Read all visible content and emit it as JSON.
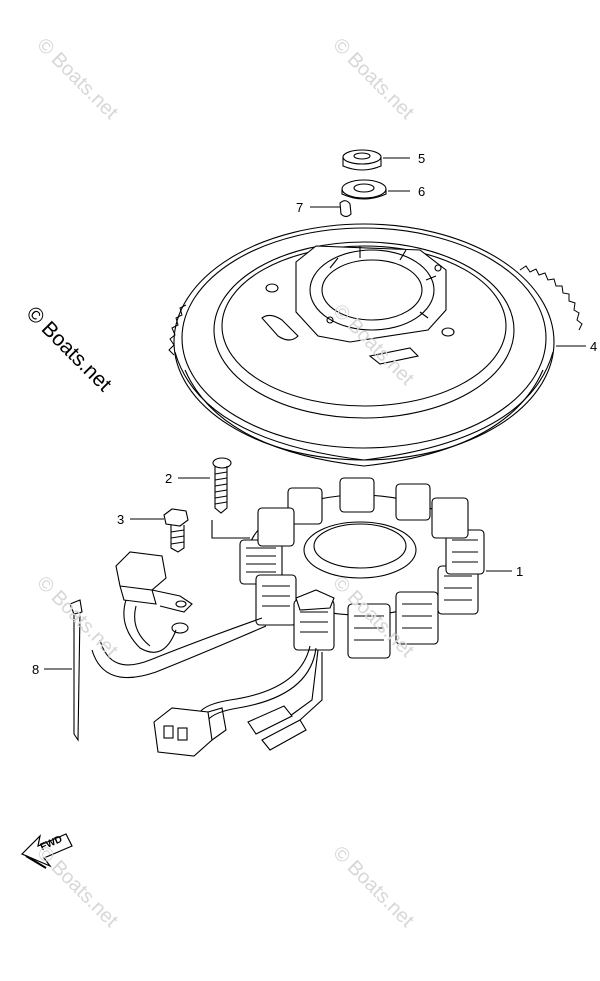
{
  "callouts": [
    "1",
    "2",
    "3",
    "4",
    "5",
    "6",
    "7",
    "8"
  ],
  "watermark": "© Boats.net",
  "brand": "© Boats.net",
  "fwd_label": "FWD",
  "colors": {
    "line": "#000000",
    "watermark": "#d7d7d7",
    "background": "#ffffff"
  }
}
